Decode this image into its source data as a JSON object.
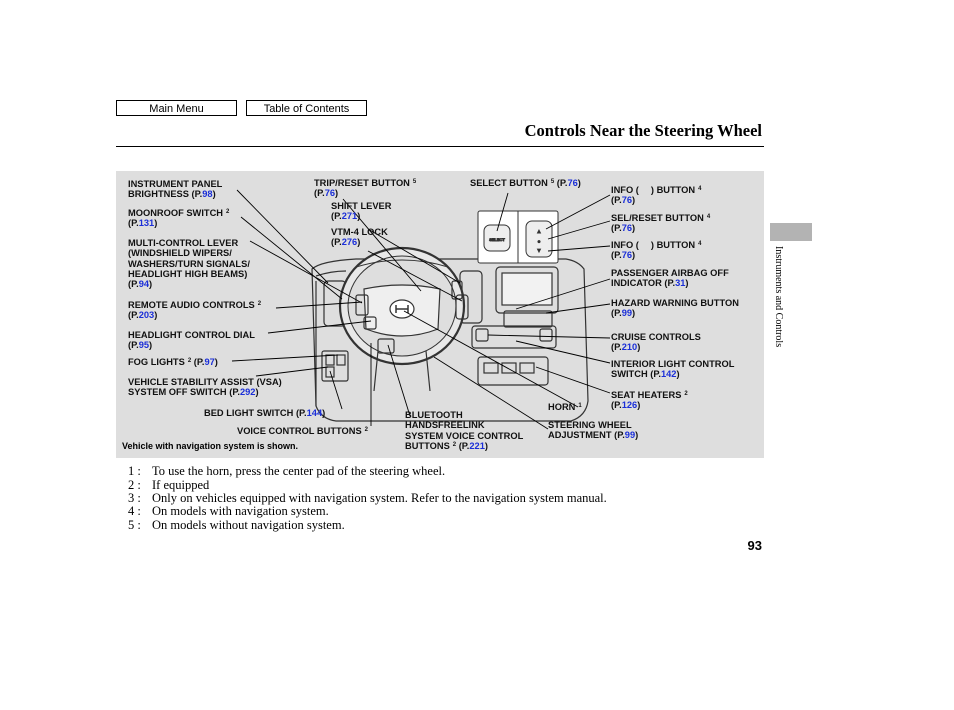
{
  "nav": {
    "main_menu": "Main Menu",
    "toc": "Table of Contents"
  },
  "page_title": "Controls Near the Steering Wheel",
  "side_label": "Instruments and Controls",
  "page_number": "93",
  "caption": "Vehicle with navigation system is shown.",
  "labels": {
    "inst_panel": {
      "l1": "INSTRUMENT PANEL",
      "l2": "BRIGHTNESS (P.",
      "page": "98",
      "close": ")"
    },
    "moonroof": {
      "l1": "MOONROOF SWITCH",
      "sup": "2",
      "pre": "(P.",
      "page": "131",
      "close": ")"
    },
    "multi": {
      "l1": "MULTI-CONTROL LEVER",
      "l2": "(WINDSHIELD WIPERS/",
      "l3": "WASHERS/TURN SIGNALS/",
      "l4": "HEADLIGHT HIGH BEAMS)",
      "pre": "(P.",
      "page": "94",
      "close": ")"
    },
    "remote_audio": {
      "l1": "REMOTE AUDIO CONTROLS",
      "sup": "2",
      "pre": "(P.",
      "page": "203",
      "close": ")"
    },
    "headlight": {
      "l1": "HEADLIGHT CONTROL DIAL",
      "pre": "(P.",
      "page": "95",
      "close": ")"
    },
    "fog": {
      "l1": "FOG LIGHTS",
      "sup": "2",
      "pre": "(P.",
      "page": "97",
      "close": ")"
    },
    "vsa": {
      "l1": "VEHICLE STABILITY ASSIST (VSA)",
      "l2": "SYSTEM OFF SWITCH",
      "pre": "(P.",
      "page": "292",
      "close": ")"
    },
    "bed_light": {
      "l1": "BED LIGHT SWITCH",
      "pre": "(P.",
      "page": "144",
      "close": ")"
    },
    "voice": {
      "l1": "VOICE CONTROL BUTTONS",
      "sup": "2"
    },
    "trip": {
      "l1": "TRIP/RESET BUTTON",
      "sup": "5",
      "pre": "(P.",
      "page": "76",
      "close": ")"
    },
    "shift": {
      "l1": "SHIFT LEVER",
      "pre": "(P.",
      "page": "271",
      "close": ")"
    },
    "vtm": {
      "l1": "VTM-4 LOCK",
      "pre": "(P.",
      "page": "276",
      "close": ")"
    },
    "select": {
      "l1": "SELECT BUTTON",
      "sup": "5",
      "pre": "(P.",
      "page": "76",
      "close": ")"
    },
    "info1": {
      "l1": "INFO (",
      "l1b": ") BUTTON",
      "sup": "4",
      "pre": "(P.",
      "page": "76",
      "close": ")"
    },
    "sel_reset": {
      "l1": "SEL/RESET BUTTON",
      "sup": "4",
      "pre": "(P.",
      "page": "76",
      "close": ")"
    },
    "info2": {
      "l1": "INFO (",
      "l1b": ") BUTTON",
      "sup": "4",
      "pre": "(P.",
      "page": "76",
      "close": ")"
    },
    "airbag": {
      "l1": "PASSENGER AIRBAG OFF",
      "l2": "INDICATOR (P.",
      "page": "31",
      "close": ")"
    },
    "hazard": {
      "l1": "HAZARD WARNING BUTTON",
      "pre": "(P.",
      "page": "99",
      "close": ")"
    },
    "cruise": {
      "l1": "CRUISE CONTROLS",
      "pre": "(P.",
      "page": "210",
      "close": ")"
    },
    "interior": {
      "l1": "INTERIOR LIGHT CONTROL",
      "l2": "SWITCH (P.",
      "page": "142",
      "close": ")"
    },
    "seat": {
      "l1": "SEAT HEATERS",
      "sup": "2",
      "pre": "(P.",
      "page": "126",
      "close": ")"
    },
    "horn": {
      "l1": "HORN",
      "sup": "1"
    },
    "steering": {
      "l1": "STEERING WHEEL",
      "l2": "ADJUSTMENT (P.",
      "page": "99",
      "close": ")"
    },
    "bluetooth": {
      "l1": "BLUETOOTH",
      "l2": "HANDSFREELINK",
      "l3": "SYSTEM VOICE CONTROL",
      "l4": "BUTTONS",
      "sup": "2",
      "pre": "(P.",
      "page": "221",
      "close": ")"
    }
  },
  "footnotes": [
    {
      "num": "1 :",
      "text": "To use the horn, press the center pad of the steering wheel."
    },
    {
      "num": "2 :",
      "text": "If equipped"
    },
    {
      "num": "3 :",
      "text": "Only on vehicles equipped with navigation system. Refer to the navigation system manual."
    },
    {
      "num": "4 :",
      "text": "On models with navigation system."
    },
    {
      "num": "5 :",
      "text": "On models without navigation system."
    }
  ]
}
